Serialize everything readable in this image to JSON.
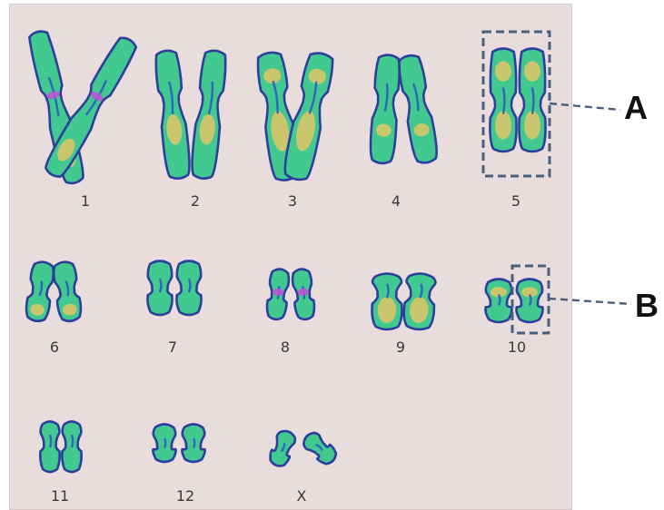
{
  "figure": {
    "colors": {
      "background": "#e8dcdc",
      "chromatid_fill": "#42c98f",
      "chromatid_stroke": "#2c3f9c",
      "band_yellow": "#d8c56a",
      "band_blue": "#2a56c7",
      "centromere": "#c24fd8",
      "dash_box": "#4a5f7c"
    },
    "chromosomes": [
      {
        "id": "c1",
        "label": "1"
      },
      {
        "id": "c2",
        "label": "2"
      },
      {
        "id": "c3",
        "label": "3"
      },
      {
        "id": "c4",
        "label": "4"
      },
      {
        "id": "c5",
        "label": "5"
      },
      {
        "id": "c6",
        "label": "6"
      },
      {
        "id": "c7",
        "label": "7"
      },
      {
        "id": "c8",
        "label": "8"
      },
      {
        "id": "c9",
        "label": "9"
      },
      {
        "id": "c10",
        "label": "10"
      },
      {
        "id": "c11",
        "label": "11"
      },
      {
        "id": "c12",
        "label": "12"
      },
      {
        "id": "cx",
        "label": "X"
      }
    ],
    "callouts": [
      {
        "id": "a",
        "letter": "A"
      },
      {
        "id": "b",
        "letter": "B"
      }
    ]
  }
}
